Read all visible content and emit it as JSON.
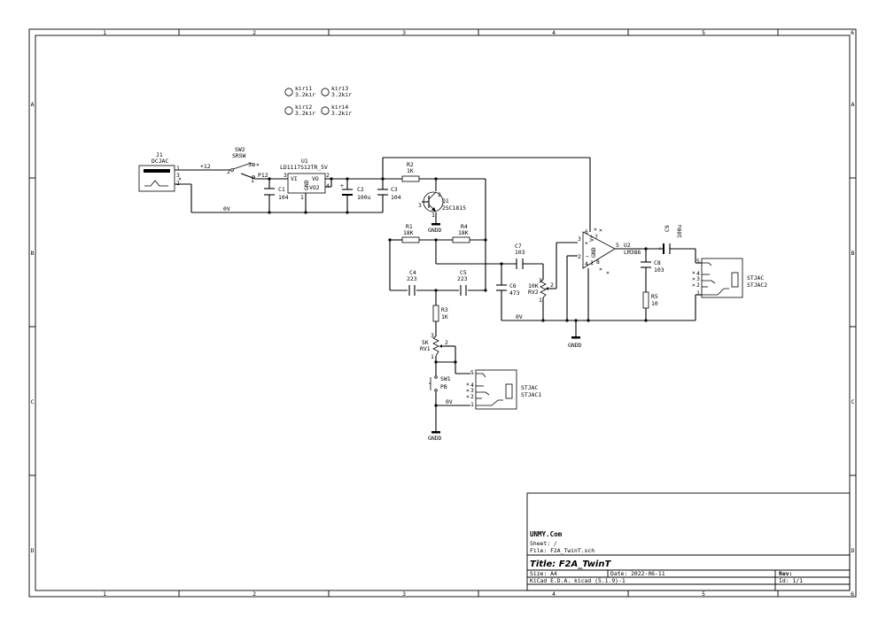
{
  "frame": {
    "cols": [
      "1",
      "2",
      "3",
      "4",
      "5",
      "6"
    ],
    "rows": [
      "A",
      "B",
      "C",
      "D"
    ]
  },
  "holes": [
    {
      "ref": "kiri1",
      "val": "3.2kir"
    },
    {
      "ref": "kiri3",
      "val": "3.2kir"
    },
    {
      "ref": "kiri2",
      "val": "3.2kir"
    },
    {
      "ref": "kiri4",
      "val": "3.2kir"
    }
  ],
  "parts": {
    "j1": {
      "ref": "J1",
      "val": "DCJAC"
    },
    "sw2": {
      "ref": "SW2",
      "val": "SRSW"
    },
    "u1": {
      "ref": "U1",
      "val": "LD1117S12TR_5V",
      "vi": "VI",
      "vo": "VO",
      "gnd": "GND",
      "vo2": "VO2"
    },
    "c1": {
      "ref": "C1",
      "val": "104"
    },
    "c2": {
      "ref": "C2",
      "val": "100u"
    },
    "c3": {
      "ref": "C3",
      "val": "104"
    },
    "r2": {
      "ref": "R2",
      "val": "1K"
    },
    "q1": {
      "ref": "Q1",
      "val": "2SC1815"
    },
    "r1": {
      "ref": "R1",
      "val": "18K"
    },
    "r4": {
      "ref": "R4",
      "val": "18K"
    },
    "c7": {
      "ref": "C7",
      "val": "103"
    },
    "c4": {
      "ref": "C4",
      "val": "223"
    },
    "c5": {
      "ref": "C5",
      "val": "223"
    },
    "c6": {
      "ref": "C6",
      "val": "473"
    },
    "rv2": {
      "ref": "RV2",
      "val": "10K"
    },
    "r3": {
      "ref": "R3",
      "val": "1K"
    },
    "rv1": {
      "ref": "RV1",
      "val": "5K"
    },
    "sw1": {
      "ref": "SW1",
      "val": "PB"
    },
    "jack1": {
      "ref": "STJAC1",
      "val": "STJAC"
    },
    "u2": {
      "ref": "U2",
      "val": "LM386",
      "gnd": "GND",
      "v": "V+"
    },
    "c9": {
      "ref": "C9",
      "val": "100u"
    },
    "c8": {
      "ref": "C8",
      "val": "103"
    },
    "r5": {
      "ref": "R5",
      "val": "10"
    },
    "jack2": {
      "ref": "STJAC2",
      "val": "STJAC"
    }
  },
  "nets": {
    "plus12": "+12",
    "p12": "P12",
    "zero_v": "0V",
    "gndd": "GNDD"
  },
  "title_block": {
    "company": "UNMY.Com",
    "sheet": "Sheet: /",
    "file": "File: F2A_TwinT.sch",
    "title": "Title:  F2A_TwinT",
    "size": "Size: A4",
    "date": "Date: 2022-06-11",
    "rev": "Rev:",
    "tool": "KiCad E.D.A.  kicad (5.1.9)-1",
    "id": "Id: 1/1"
  }
}
